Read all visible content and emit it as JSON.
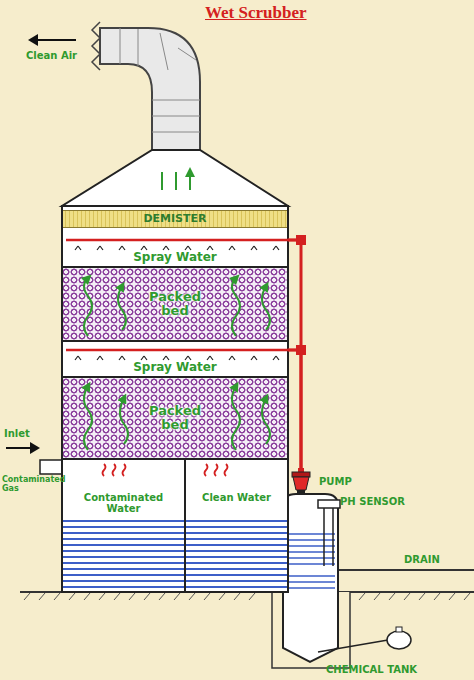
{
  "diagram": {
    "title": "Wet Scrubber",
    "nodes": [
      {
        "text": [
          "DEMISTER"
        ]
      },
      {
        "text": [
          "Spray Water"
        ]
      },
      {
        "text": [
          "Packed bed"
        ]
      },
      {
        "text": [
          "Spray Water"
        ]
      },
      {
        "text": [
          "Packed bed"
        ]
      },
      {
        "text": [
          "Contaminated Water"
        ]
      },
      {
        "text": [
          "Clean Water"
        ]
      },
      {
        "text": [
          "PUMP"
        ]
      }
    ],
    "edges": [
      {
        "from": 7,
        "to": 1,
        "arrow": "none"
      },
      {
        "from": 7,
        "to": 3,
        "arrow": "none"
      }
    ],
    "labels": [
      "Clean Air",
      "Inlet",
      "Contaminated Gas",
      "PH SENSOR",
      "DRAIN",
      "CHEMICAL TANK"
    ]
  }
}
